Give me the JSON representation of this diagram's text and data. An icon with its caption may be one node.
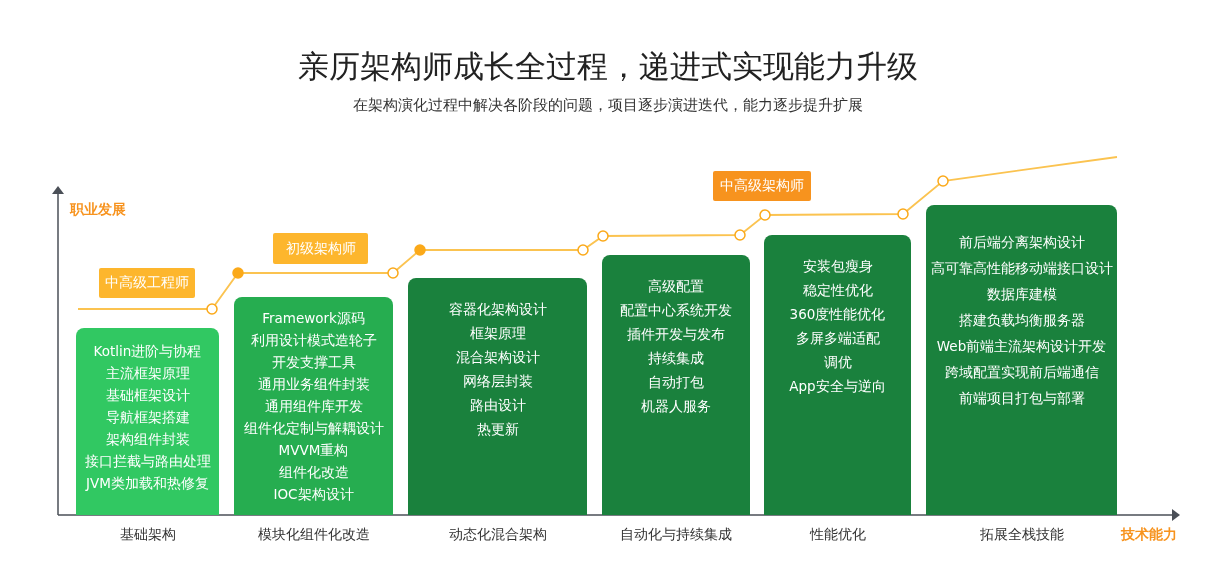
{
  "diagram": {
    "title": "亲历架构师成长全过程，递进式实现能力升级",
    "caption": "在架构演化过程中解决各阶段的问题，项目逐步演进迭代，能力逐步提升扩展",
    "nodes": [
      {
        "text": [
          "中高级工程师"
        ]
      },
      {
        "text": [
          "初级架构师"
        ]
      },
      {
        "text": [
          "中高级架构师"
        ]
      },
      {
        "text": [
          "Kotlin进阶与协程",
          "主流框架原理",
          "基础框架设计",
          "导航框架搭建",
          "架构组件封装",
          "接口拦截与路由处理",
          "JVM类加载和热修复"
        ],
        "beside": [
          "基础架构"
        ]
      },
      {
        "text": [
          "Framework源码",
          "利用设计模式造轮子",
          "开发支撑工具",
          "通用业务组件封装",
          "通用组件库开发",
          "组件化定制与解耦设计",
          "MVVM重构",
          "组件化改造",
          "IOC架构设计"
        ],
        "beside": [
          "模块化组件化改造"
        ]
      },
      {
        "text": [
          "容器化架构设计",
          "框架原理",
          "混合架构设计",
          "网络层封装",
          "路由设计",
          "热更新"
        ],
        "beside": [
          "动态化混合架构"
        ]
      },
      {
        "text": [
          "高级配置",
          "配置中心系统开发",
          "插件开发与发布",
          "持续集成",
          "自动打包",
          "机器人服务"
        ],
        "beside": [
          "自动化与持续集成"
        ]
      },
      {
        "text": [
          "安装包瘦身",
          "稳定性优化",
          "360度性能优化",
          "多屏多端适配",
          "调优",
          "App安全与逆向"
        ],
        "beside": [
          "性能优化"
        ]
      },
      {
        "text": [
          "前后端分离架构设计",
          "高可靠高性能移动端接口设计",
          "数据库建模",
          "搭建负载均衡服务器",
          "Web前端主流架构设计开发",
          "跨域配置实现前后端通信",
          "前端项目打包与部署"
        ],
        "beside": [
          "拓展全栈技能"
        ]
      }
    ],
    "labels": [
      "职业发展",
      "技术能力"
    ]
  }
}
